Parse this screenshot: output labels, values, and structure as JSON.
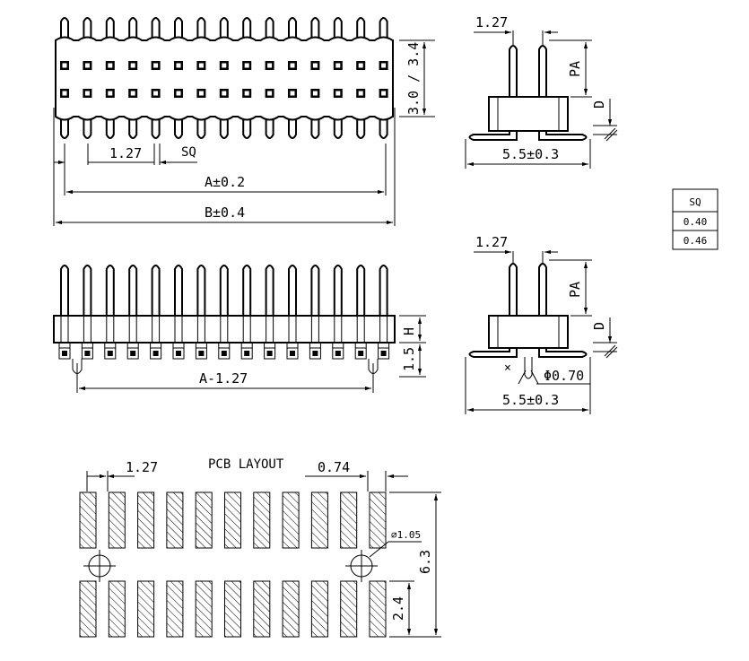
{
  "dimensions": {
    "pitch": "1.27",
    "sq": "SQ",
    "a_tol": "A±0.2",
    "b_tol": "B±0.4",
    "height_alt": "3.0 / 3.4",
    "body_width": "5.5±0.3",
    "pa": "PA",
    "d": "D",
    "h": "H",
    "tail": "1.5",
    "a_minus": "A-1.27",
    "post_dia": "Φ0.70",
    "x_mark": "×",
    "pad_w": "0.74",
    "hole_dia": "⌀1.05",
    "pcb_h": "6.3",
    "pad_h": "2.4"
  },
  "pcb_title": "PCB LAYOUT",
  "sq_table": {
    "header": "SQ",
    "rows": [
      "0.40",
      "0.46"
    ]
  }
}
